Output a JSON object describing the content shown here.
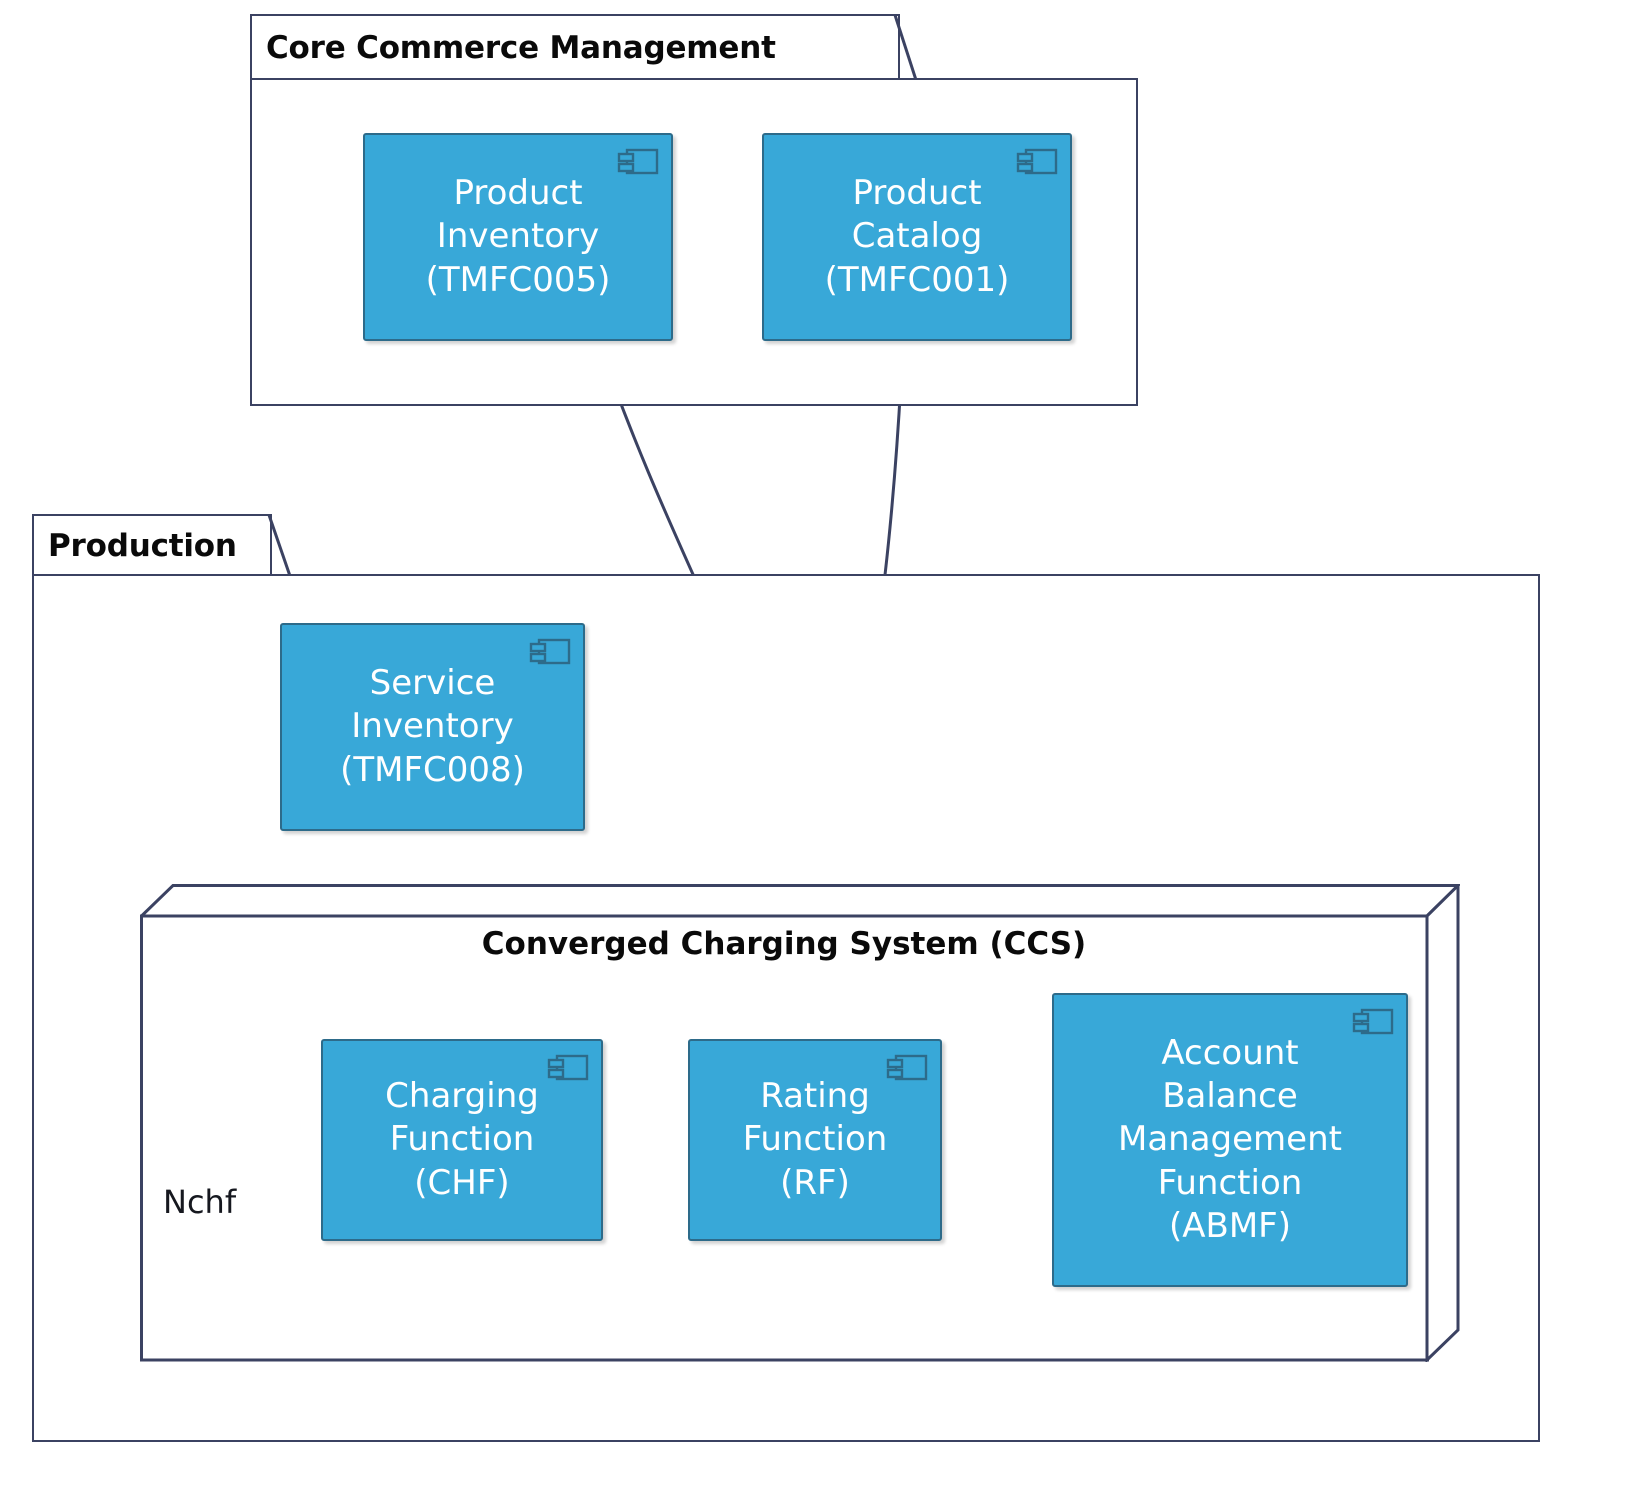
{
  "diagram": {
    "type": "uml-component-diagram",
    "background": "#ffffff",
    "component_fill": "#38a8d8",
    "component_stroke": "#2d6b8a",
    "frame_stroke": "#3b4262",
    "text_on_component": "#ffffff"
  },
  "packages": [
    {
      "id": "core-commerce",
      "title": "Core Commerce Management"
    },
    {
      "id": "production",
      "title": "Production"
    }
  ],
  "nodes": [
    {
      "id": "ccs",
      "title": "Converged Charging System (CCS)"
    }
  ],
  "components": [
    {
      "id": "product-inventory",
      "name": "Product\nInventory\n(TMFC005)",
      "icon": "component-icon",
      "parent": "core-commerce"
    },
    {
      "id": "product-catalog",
      "name": "Product\nCatalog\n(TMFC001)",
      "icon": "component-icon",
      "parent": "core-commerce"
    },
    {
      "id": "service-inventory",
      "name": "Service\nInventory\n(TMFC008)",
      "icon": "component-icon",
      "parent": "production"
    },
    {
      "id": "charging-function",
      "name": "Charging\nFunction\n(CHF)",
      "icon": "component-icon",
      "parent": "ccs"
    },
    {
      "id": "rating-function",
      "name": "Rating\nFunction\n(RF)",
      "icon": "component-icon",
      "parent": "ccs"
    },
    {
      "id": "abmf",
      "name": "Account\nBalance\nManagement\nFunction\n(ABMF)",
      "icon": "component-icon",
      "parent": "ccs"
    }
  ],
  "interfaces": [
    {
      "id": "nchf",
      "label": "Nchf",
      "kind": "provided-lollipop",
      "attached_to": "charging-function"
    },
    {
      "id": "chf-rf",
      "label": "",
      "kind": "ball-and-socket",
      "from": "charging-function",
      "to": "rating-function"
    },
    {
      "id": "rf-abmf",
      "label": "",
      "kind": "ball-and-socket",
      "from": "rating-function",
      "to": "abmf"
    },
    {
      "id": "pi-rf",
      "label": "",
      "kind": "ball-and-socket",
      "from": "product-inventory",
      "to": "rating-function"
    },
    {
      "id": "pc-rf",
      "label": "",
      "kind": "ball-and-socket",
      "from": "product-catalog",
      "to": "rating-function"
    },
    {
      "id": "si-rf",
      "label": "",
      "kind": "ball-and-socket",
      "from": "service-inventory",
      "to": "rating-function"
    }
  ]
}
